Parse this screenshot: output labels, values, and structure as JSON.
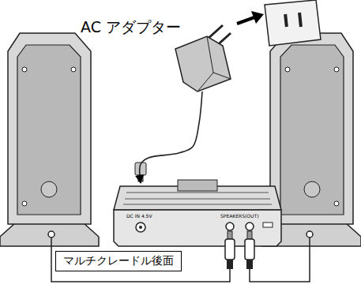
{
  "diagram": {
    "nodes": [
      {
        "text": [
          "AC アダプター"
        ]
      },
      {
        "text": [
          "マルチクレードル後面"
        ]
      }
    ],
    "edges": [
      {
        "from": 0,
        "to": 1,
        "arrow": "to"
      }
    ],
    "labels": [
      "DC IN 4.5V",
      "SPEAKERS(OUT)"
    ]
  }
}
